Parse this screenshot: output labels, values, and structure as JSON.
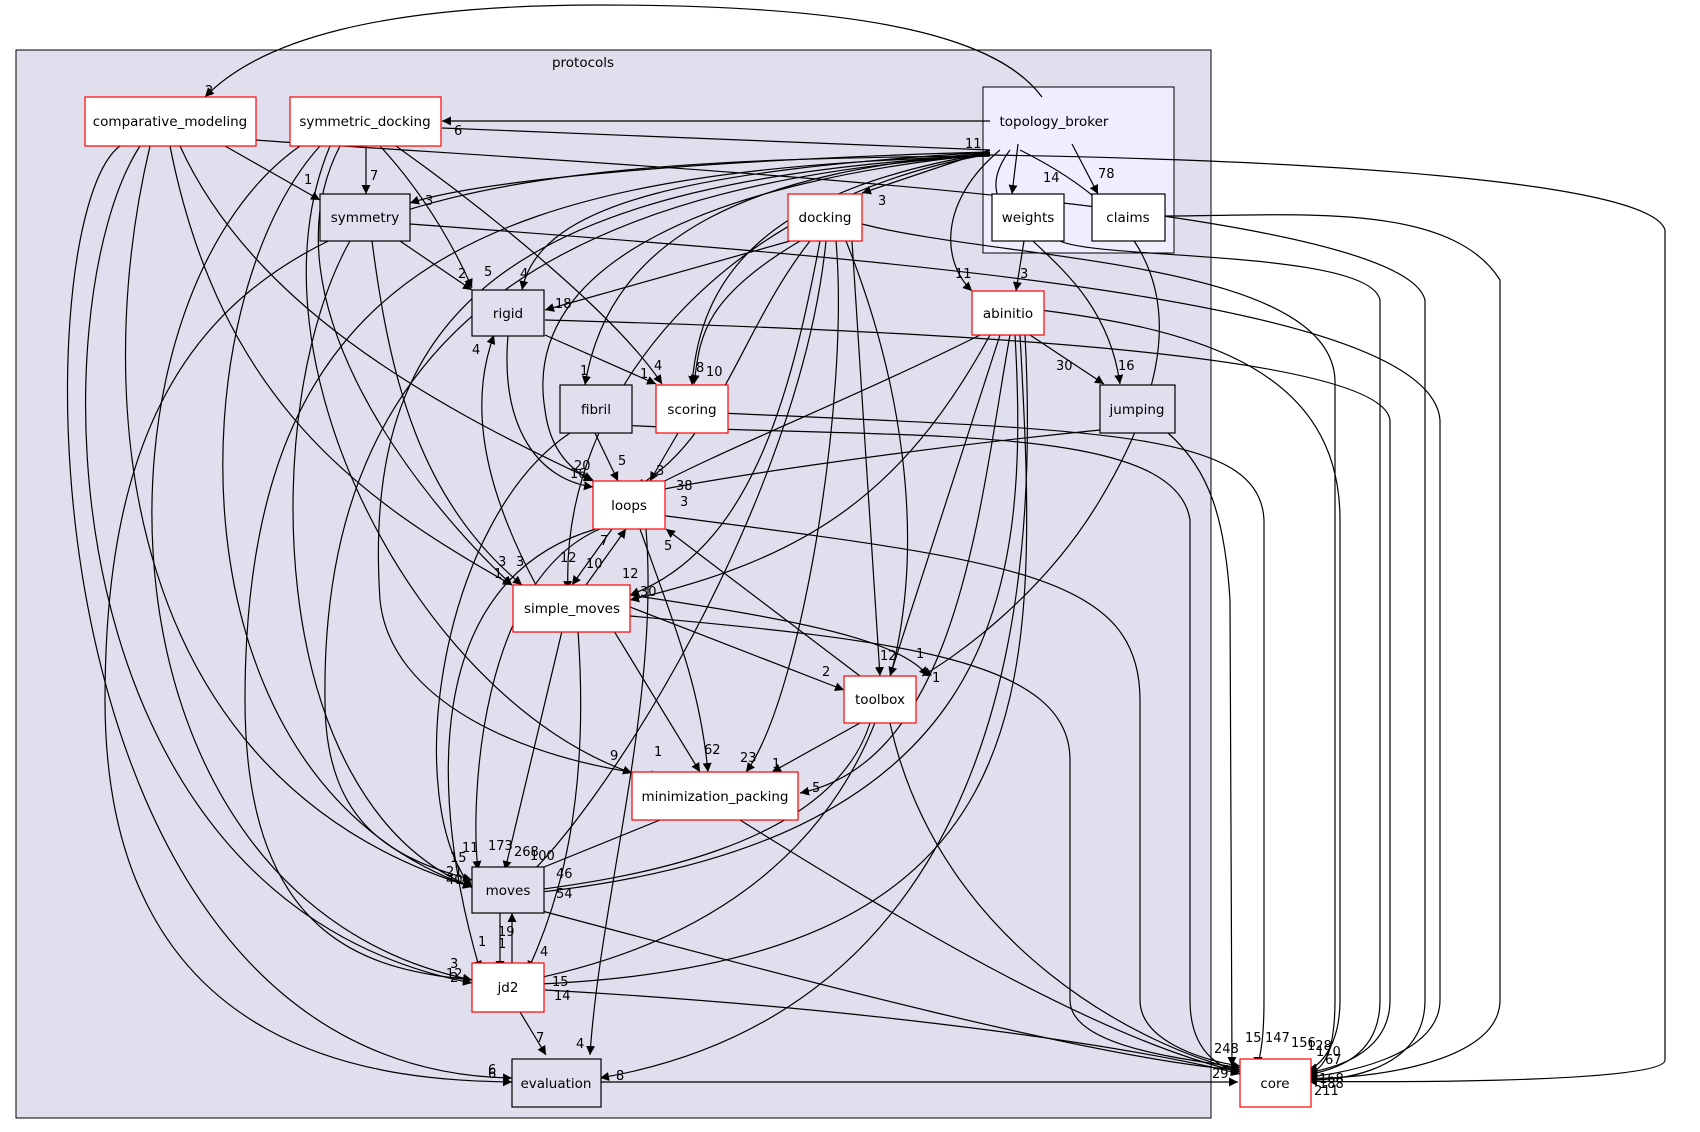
{
  "title": "protocols",
  "colors": {
    "cluster_fill": "#dfdfee",
    "subcluster_fill": "#eeeefe",
    "node_fill_gray": "#dfdfee",
    "node_fill_white": "#ffffff",
    "border_red": "#ff0000",
    "border_black": "#000000"
  },
  "clusters": {
    "protocols": "protocols"
  },
  "nodes": {
    "topology_broker": "topology_broker",
    "comparative_modeling": "comparative_modeling",
    "symmetric_docking": "symmetric_docking",
    "symmetry": "symmetry",
    "rigid": "rigid",
    "docking": "docking",
    "weights": "weights",
    "claims": "claims",
    "abinitio": "abinitio",
    "fibril": "fibril",
    "scoring": "scoring",
    "jumping": "jumping",
    "loops": "loops",
    "simple_moves": "simple_moves",
    "toolbox": "toolbox",
    "minimization_packing": "minimization_packing",
    "moves": "moves",
    "jd2": "jd2",
    "evaluation": "evaluation",
    "core": "core"
  },
  "edge_labels": {
    "tb_cm": "2",
    "tb_sd": "6",
    "tb_11": "11",
    "tb_weights": "14",
    "tb_claims": "78",
    "tb_docking": "3",
    "tb_abinitio": "11",
    "tb_jumping": "16",
    "tb_toolbox": "1",
    "weights_abinitio": "3",
    "cm_symmetry": "1",
    "sd_symmetry": "7",
    "sd_3": "3",
    "sd_rigid": "5",
    "sym_rigid": "2",
    "tb_rigid": "4",
    "docking_rigid": "18",
    "docking_scoring": "10",
    "scoring_8": "8",
    "rigid_scoring": "1",
    "sd_scoring": "4",
    "tb_fibril": "1",
    "ab_jumping": "30",
    "fibril_loops": "5",
    "scoring_loops": "3",
    "loops_20": "20",
    "loops_16": "16",
    "loops_38": "38",
    "loops_3b": "3",
    "rigid_4": "4",
    "loops_sm7": "7",
    "sm_loops10": "10",
    "sm_12a": "12",
    "sm_12b": "12",
    "sm_3a": "3",
    "sm_3b": "3",
    "sm_1": "1",
    "sm_30": "30",
    "loops_toolbox5": "5",
    "tb_12": "12",
    "sm_toolbox2": "2",
    "sm_toolbox1": "1",
    "mp_9": "9",
    "mp_1": "1",
    "mp_62": "62",
    "mp_23": "23",
    "mp_1b": "1",
    "mp_5": "5",
    "mv_11": "11",
    "mv_173": "173",
    "mv_268": "268",
    "mv_100": "100",
    "mv_15": "15",
    "mv_21": "21",
    "mv_40": "40",
    "mv_46": "46",
    "mv_54": "54",
    "jd_19": "19",
    "jd_1": "1",
    "jd_1b": "1",
    "jd_4": "4",
    "jd_3": "3",
    "jd_2": "2",
    "jd_15": "15",
    "jd_14": "14",
    "jd_12": "12",
    "ev_7": "7",
    "ev_4": "4",
    "ev_8": "8",
    "ev_6": "6",
    "ev_6b": "6",
    "core_29": "29",
    "core_15": "15",
    "core_147": "147",
    "core_156": "156",
    "core_128": "128",
    "core_170": "170",
    "core_67": "67",
    "core_248": "248",
    "core_168": "168",
    "core_211": "211",
    "core_188": "188"
  }
}
